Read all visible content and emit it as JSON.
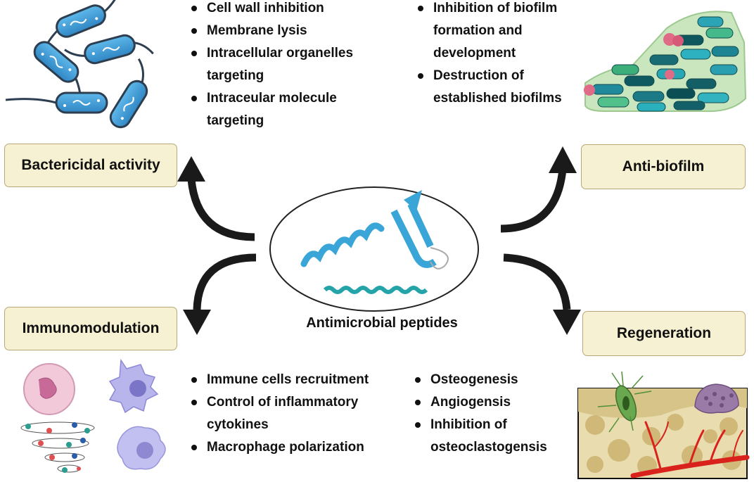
{
  "center": {
    "label": "Antimicrobial peptides"
  },
  "bactericidal": {
    "title": "Bactericidal activity",
    "items": [
      "Cell wall inhibition",
      "Membrane lysis",
      "Intracellular organelles targeting",
      "Intraceular molecule targeting"
    ]
  },
  "antibiofilm": {
    "title": "Anti-biofilm",
    "items": [
      "Inhibition of  biofilm formation and development",
      "Destruction of established biofilms"
    ]
  },
  "immunomodulation": {
    "title": "Immunomodulation",
    "items": [
      " Immune cells recruitment",
      " Control of inflammatory cytokines",
      "Macrophage polarization"
    ]
  },
  "regeneration": {
    "title": "Regeneration",
    "items": [
      "Osteogenesis",
      " Angiogensis",
      "Inhibition of osteoclastogensis"
    ]
  },
  "colors": {
    "box_fill": "#f7f1d3",
    "bacteria": "#3b9bd6",
    "peptide": "#3aa6d8",
    "arrow": "#1a1a1a",
    "bone": "#e9dcae",
    "vessel": "#d9221c"
  },
  "icons": [
    "bacteria-icon",
    "biofilm-icon",
    "alpha-helix-icon",
    "beta-sheet-icon",
    "peptide-chain-icon",
    "immune-cells-icon",
    "bone-tissue-icon"
  ]
}
